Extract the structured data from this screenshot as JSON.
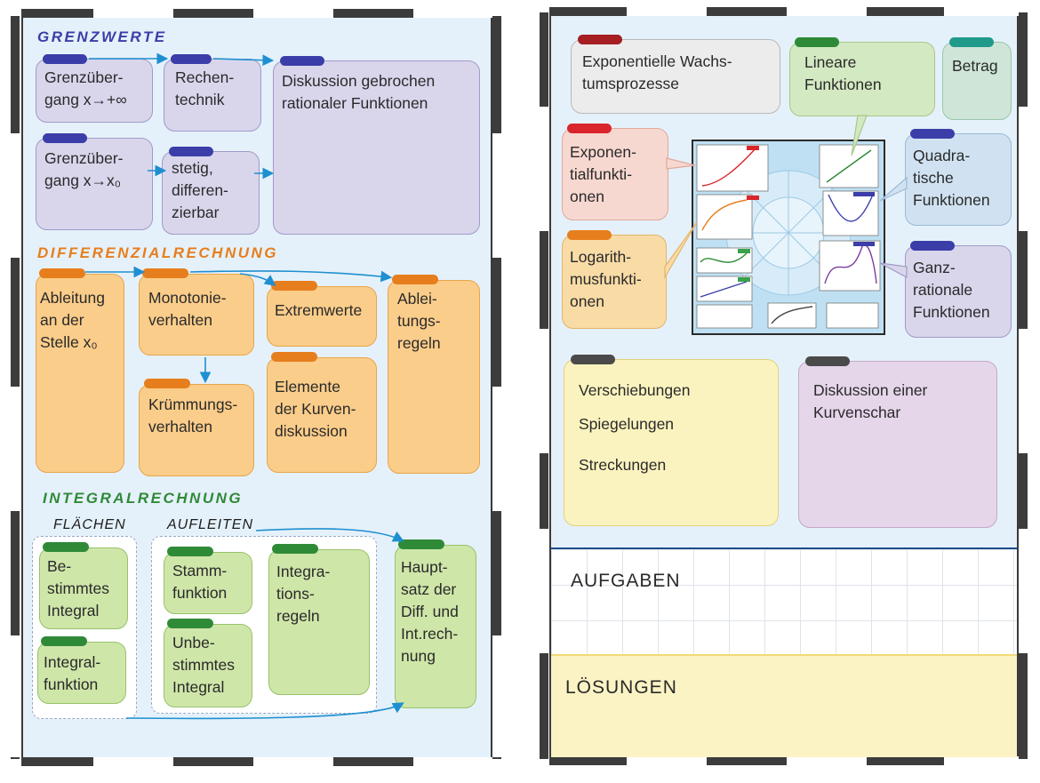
{
  "left": {
    "grenzwerte": {
      "heading": "GRENZWERTE",
      "box1": "Grenzüber-\ngang x→+∞",
      "box2": "Rechen-\ntechnik",
      "box3": "Diskussion gebrochen\nrationaler Funktionen",
      "box4": "Grenzüber-\ngang x→x₀",
      "box5": "stetig,\ndifferen-\nzierbar"
    },
    "differenzial": {
      "heading": "DIFFERENZIALRECHNUNG",
      "box1": "Ableitung\nan der\nStelle x₀",
      "box2": "Monotonie-\nverhalten",
      "box3": "Extremwerte",
      "box4": "Ablei-\ntungs-\nregeln",
      "box5": "Krümmungs-\nverhalten",
      "box6": "Elemente\nder Kurven-\ndiskussion"
    },
    "integral": {
      "heading": "INTEGRALRECHNUNG",
      "flaechen": "FLÄCHEN",
      "aufleiten": "AUFLEITEN",
      "box1": "Be-\nstimmtes\nIntegral",
      "box2": "Integral-\nfunktion",
      "box3": "Stamm-\nfunktion",
      "box4": "Unbe-\nstimmtes\nIntegral",
      "box5": "Integra-\ntions-\nregeln",
      "box6": "Haupt-\nsatz der\nDiff. und\nInt.rech-\nnung"
    }
  },
  "right": {
    "exp_wachstum": "Exponentielle Wachs-\ntumsprozesse",
    "lineare": "Lineare\nFunktionen",
    "betrag": "Betrag",
    "exponentialfkt": "Exponen-\ntialfunkti-\nonen",
    "quadratische": "Quadra-\ntische\nFunktionen",
    "logarithmus": "Logarith-\nmusfunkti-\nonen",
    "ganzrational": "Ganz-\nrationale\nFunktionen",
    "verschiebungen": "Verschiebungen",
    "spiegelungen": "Spiegelungen",
    "streckungen": "Streckungen",
    "kurvenschar": "Diskussion einer\nKurvenschar",
    "aufgaben": "AUFGABEN",
    "loesungen": "LÖSUNGEN"
  },
  "colors": {
    "page_bg": "#e5f1fa",
    "heading_blue": "#3b3ea8",
    "heading_orange": "#e77e1d",
    "heading_green": "#2f8a37",
    "arrow": "#1e8fd0"
  }
}
